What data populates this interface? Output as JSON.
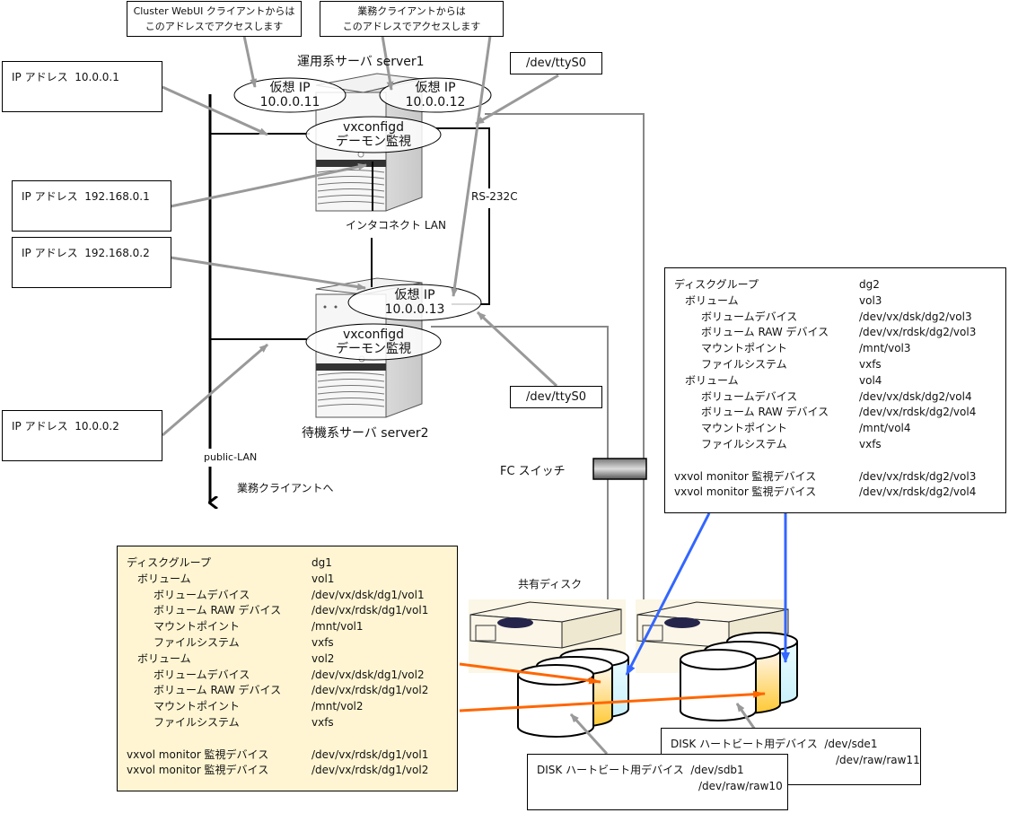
{
  "callouts": {
    "webui": {
      "line1": "Cluster WebUI クライアントからは",
      "line2": "このアドレスでアクセスします"
    },
    "business": {
      "line1": "業務クライアントからは",
      "line2": "このアドレスでアクセスします"
    }
  },
  "servers": {
    "server1": {
      "label": "運用系サーバ server1"
    },
    "server2": {
      "label": "待機系サーバ server2"
    }
  },
  "virtual_ips": [
    {
      "title": "仮想 IP",
      "address": "10.0.0.11"
    },
    {
      "title": "仮想 IP",
      "address": "10.0.0.12"
    },
    {
      "title": "仮想 IP",
      "address": "10.0.0.13"
    }
  ],
  "monitor": {
    "line1": "vxconfigd",
    "line2": "デーモン監視"
  },
  "ip_addresses": [
    {
      "label": "IP アドレス",
      "value": "10.0.0.1"
    },
    {
      "label": "IP アドレス",
      "value": "192.168.0.1"
    },
    {
      "label": "IP アドレス",
      "value": "192.168.0.2"
    },
    {
      "label": "IP アドレス",
      "value": "10.0.0.2"
    }
  ],
  "tty": {
    "server1": "/dev/ttyS0",
    "server2": "/dev/ttyS0"
  },
  "links": {
    "rs232c": "RS-232C",
    "interconnect": "インタコネクト LAN",
    "public_lan": "public-LAN",
    "to_clients": "業務クライアントへ",
    "fc_switch": "FC スイッチ",
    "shared_disk": "共有ディスク"
  },
  "diskgroups": [
    {
      "rows": [
        {
          "level": 0,
          "key": "ディスクグループ",
          "value": "dg1"
        },
        {
          "level": 1,
          "key": "ボリューム",
          "value": "vol1"
        },
        {
          "level": 2,
          "key": "ボリュームデバイス",
          "value": "/dev/vx/dsk/dg1/vol1"
        },
        {
          "level": 2,
          "key": "ボリューム RAW デバイス",
          "value": "/dev/vx/rdsk/dg1/vol1"
        },
        {
          "level": 2,
          "key": "マウントポイント",
          "value": "/mnt/vol1"
        },
        {
          "level": 2,
          "key": "ファイルシステム",
          "value": "vxfs"
        },
        {
          "level": 1,
          "key": "ボリューム",
          "value": "vol2"
        },
        {
          "level": 2,
          "key": "ボリュームデバイス",
          "value": "/dev/vx/dsk/dg1/vol2"
        },
        {
          "level": 2,
          "key": "ボリューム RAW デバイス",
          "value": "/dev/vx/rdsk/dg1/vol2"
        },
        {
          "level": 2,
          "key": "マウントポイント",
          "value": "/mnt/vol2"
        },
        {
          "level": 2,
          "key": "ファイルシステム",
          "value": "vxfs"
        },
        {
          "level": 0,
          "key": "",
          "value": ""
        },
        {
          "level": 0,
          "key": "vxvol monitor 監視デバイス",
          "value": "/dev/vx/rdsk/dg1/vol1"
        },
        {
          "level": 0,
          "key": "vxvol monitor 監視デバイス",
          "value": "/dev/vx/rdsk/dg1/vol2"
        }
      ]
    },
    {
      "rows": [
        {
          "level": 0,
          "key": "ディスクグループ",
          "value": "dg2"
        },
        {
          "level": 1,
          "key": "ボリューム",
          "value": "vol3"
        },
        {
          "level": 2,
          "key": "ボリュームデバイス",
          "value": "/dev/vx/dsk/dg2/vol3"
        },
        {
          "level": 2,
          "key": "ボリューム RAW デバイス",
          "value": "/dev/vx/rdsk/dg2/vol3"
        },
        {
          "level": 2,
          "key": "マウントポイント",
          "value": "/mnt/vol3"
        },
        {
          "level": 2,
          "key": "ファイルシステム",
          "value": "vxfs"
        },
        {
          "level": 1,
          "key": "ボリューム",
          "value": "vol4"
        },
        {
          "level": 2,
          "key": "ボリュームデバイス",
          "value": "/dev/vx/dsk/dg2/vol4"
        },
        {
          "level": 2,
          "key": "ボリューム RAW デバイス",
          "value": "/dev/vx/rdsk/dg2/vol4"
        },
        {
          "level": 2,
          "key": "マウントポイント",
          "value": "/mnt/vol4"
        },
        {
          "level": 2,
          "key": "ファイルシステム",
          "value": "vxfs"
        },
        {
          "level": 0,
          "key": "",
          "value": ""
        },
        {
          "level": 0,
          "key": "vxvol monitor 監視デバイス",
          "value": "/dev/vx/rdsk/dg2/vol3"
        },
        {
          "level": 0,
          "key": "vxvol monitor 監視デバイス",
          "value": "/dev/vx/rdsk/dg2/vol4"
        }
      ]
    }
  ],
  "heartbeat": [
    {
      "label": "DISK ハートビート用デバイス",
      "dev": "/dev/sdb1",
      "raw": "/dev/raw/raw10"
    },
    {
      "label": "DISK ハートビート用デバイス",
      "dev": "/dev/sde1",
      "raw": "/dev/raw/raw11"
    }
  ],
  "colors": {
    "dg1_box_bg": "#FFF5D2",
    "arrow_gray": "#999999",
    "arrow_orange": "#FF6600",
    "arrow_blue": "#3366FF"
  }
}
